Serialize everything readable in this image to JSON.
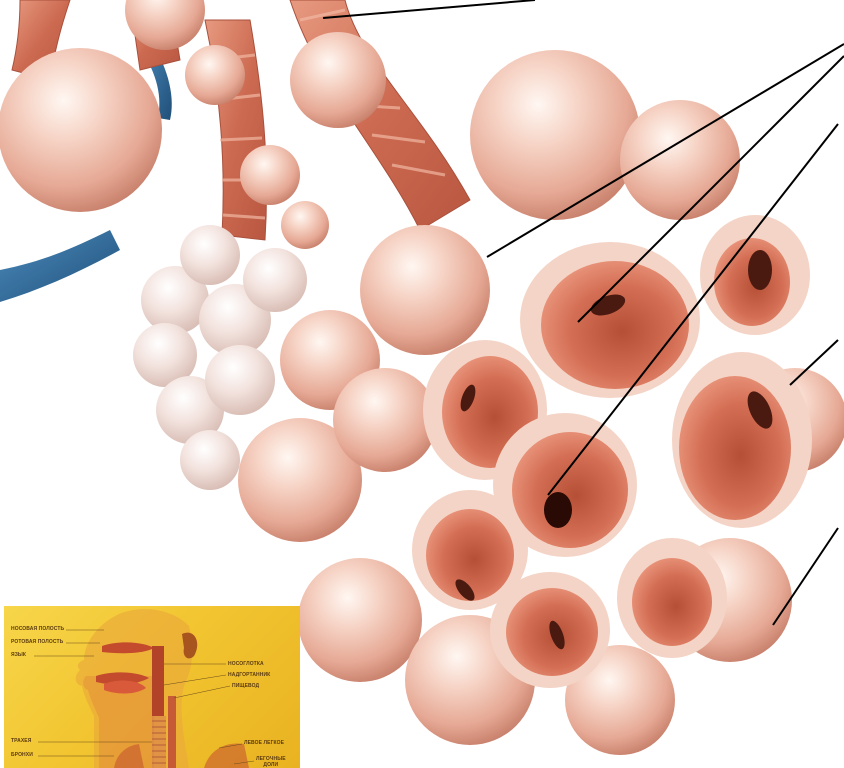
{
  "inset": {
    "labels": {
      "nasal_cavity": "НОСОВАЯ ПОЛОСТЬ",
      "oral_cavity": "РОТОВАЯ ПОЛОСТЬ",
      "tongue": "ЯЗЫК",
      "trachea": "ТРАХЕЯ",
      "bronchi": "БРОНХИ",
      "nasopharynx": "НОСОГЛОТКА",
      "epiglottis": "НАДГОРТАННИК",
      "esophagus": "ПИЩЕВОД",
      "left_lung": "ЛЕВОЕ ЛЕГКОЕ",
      "lung_lobes_line1": "ЛЕГОЧНЫЕ",
      "lung_lobes_line2": "ДОЛИ"
    }
  },
  "colors": {
    "alveolus_outer": "#f2c7b9",
    "alveolus_inner": "#d9785f",
    "vessel": "#cf6e57",
    "blood_vessel_blue": "#2f6d9e",
    "inset_background": "#f2c531"
  }
}
